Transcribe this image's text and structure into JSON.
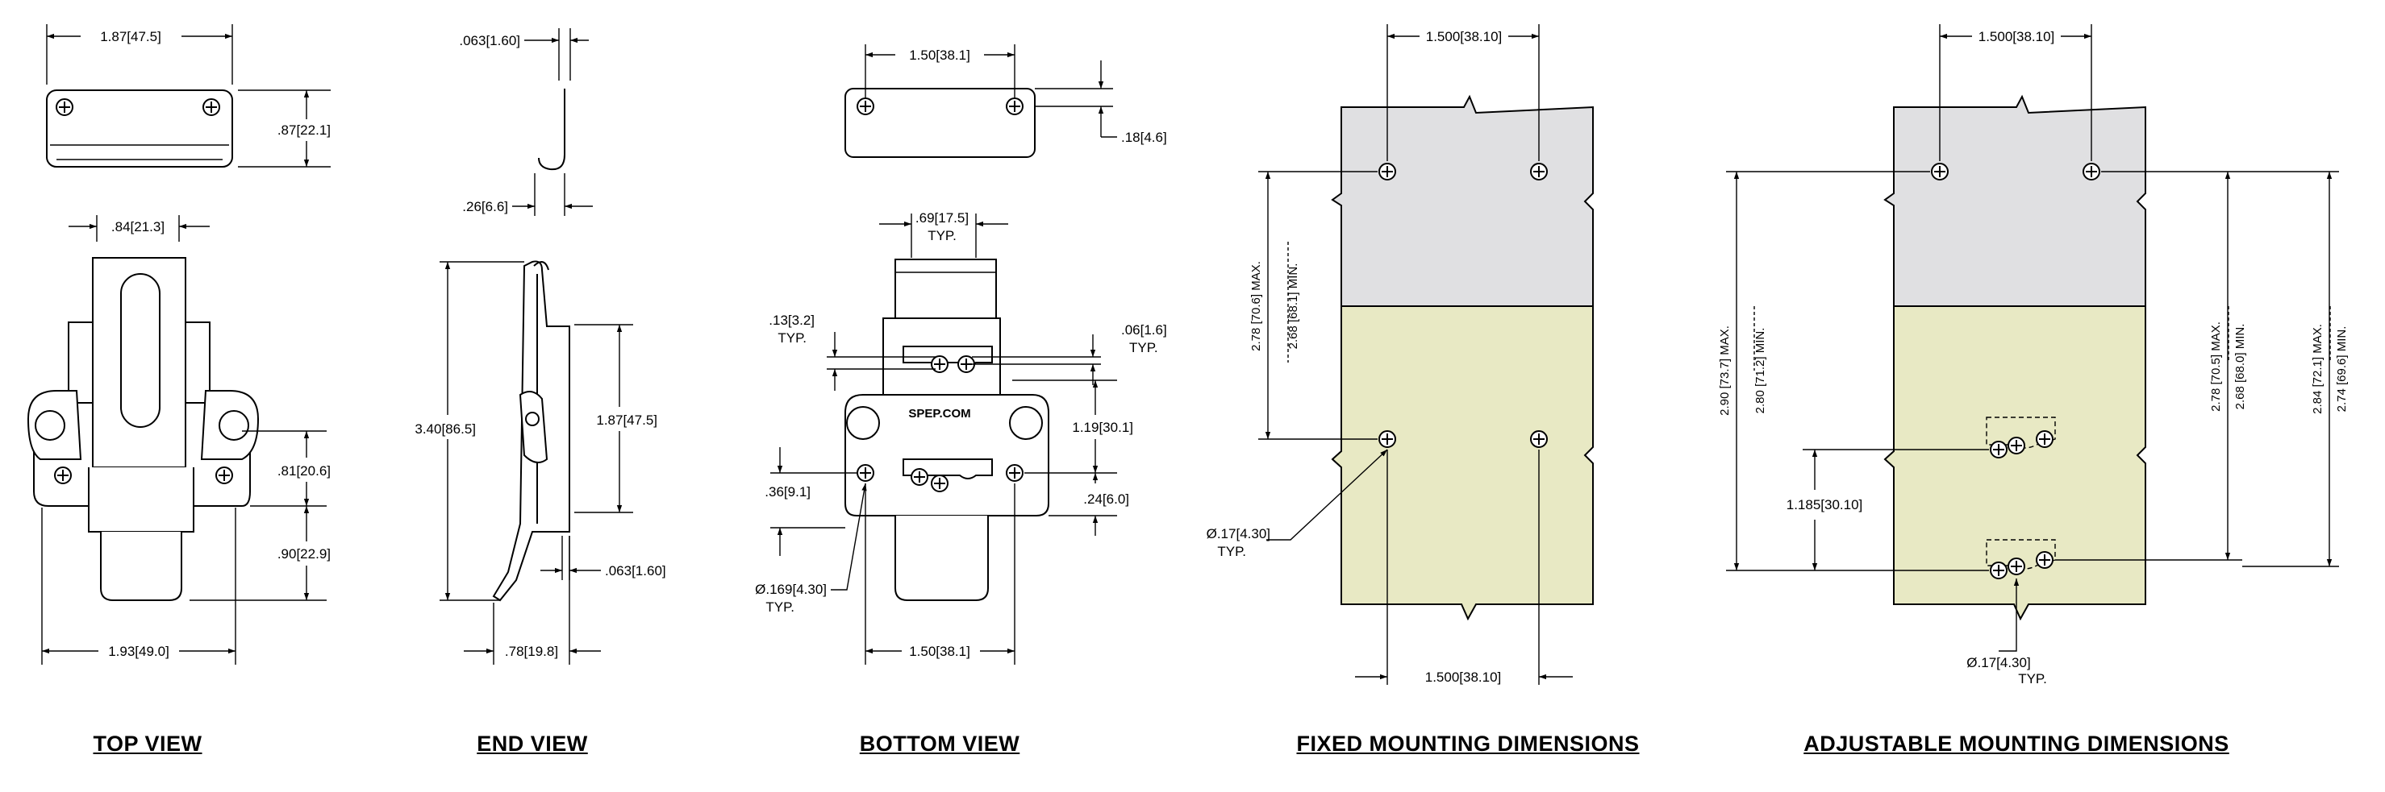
{
  "titles": {
    "top": "TOP VIEW",
    "end": "END VIEW",
    "bottom": "BOTTOM VIEW",
    "fixed": "FIXED MOUNTING DIMENSIONS",
    "adjustable": "ADJUSTABLE MOUNTING DIMENSIONS"
  },
  "brand": "SPEP.COM",
  "colors": {
    "panel_gray": "#e0e0e2",
    "panel_yellow": "#e8e9c4",
    "line": "#000000"
  },
  "top_view": {
    "width_top": "1.87[47.5]",
    "height_top": ".87[22.1]",
    "width_mid": ".84[21.3]",
    "height_81": ".81[20.6]",
    "height_90": ".90[22.9]",
    "width_bottom": "1.93[49.0]"
  },
  "end_view": {
    "thickness_top": ".063[1.60]",
    "hook_width": ".26[6.6]",
    "height_total": "3.40[86.5]",
    "height_187": "1.87[47.5]",
    "thickness_bottom": ".063[1.60]",
    "depth_bottom": ".78[19.8]"
  },
  "bottom_view": {
    "width_top": "1.50[38.1]",
    "height_18": ".18[4.6]",
    "width_69": ".69[17.5]",
    "typ_69": "TYP.",
    "dim_13": ".13[3.2]",
    "typ_13": "TYP.",
    "dim_06": ".06[1.6]",
    "typ_06": "TYP.",
    "dim_119": "1.19[30.1]",
    "dim_36": ".36[9.1]",
    "dim_24": ".24[6.0]",
    "hole": "Ø.169[4.30]",
    "hole_typ": "TYP.",
    "width_bottom": "1.50[38.1]"
  },
  "fixed_mount": {
    "width_top": "1.500[38.10]",
    "max": "2.78 [70.6] MAX.",
    "min": "2.68 [68.1] MIN.",
    "hole": "Ø.17[4.30]",
    "hole_typ": "TYP.",
    "width_bottom": "1.500[38.10]"
  },
  "adjustable_mount": {
    "width_top": "1.500[38.10]",
    "max_left": "2.90 [73.7] MAX.",
    "min_left": "2.80 [71.2] MIN.",
    "slot": "1.185[30.10]",
    "max_mid": "2.78 [70.5] MAX.",
    "min_mid": "2.68 [68.0] MIN.",
    "max_right": "2.84 [72.1] MAX.",
    "min_right": "2.74 [69.6] MIN.",
    "hole": "Ø.17[4.30]",
    "hole_typ": "TYP."
  }
}
